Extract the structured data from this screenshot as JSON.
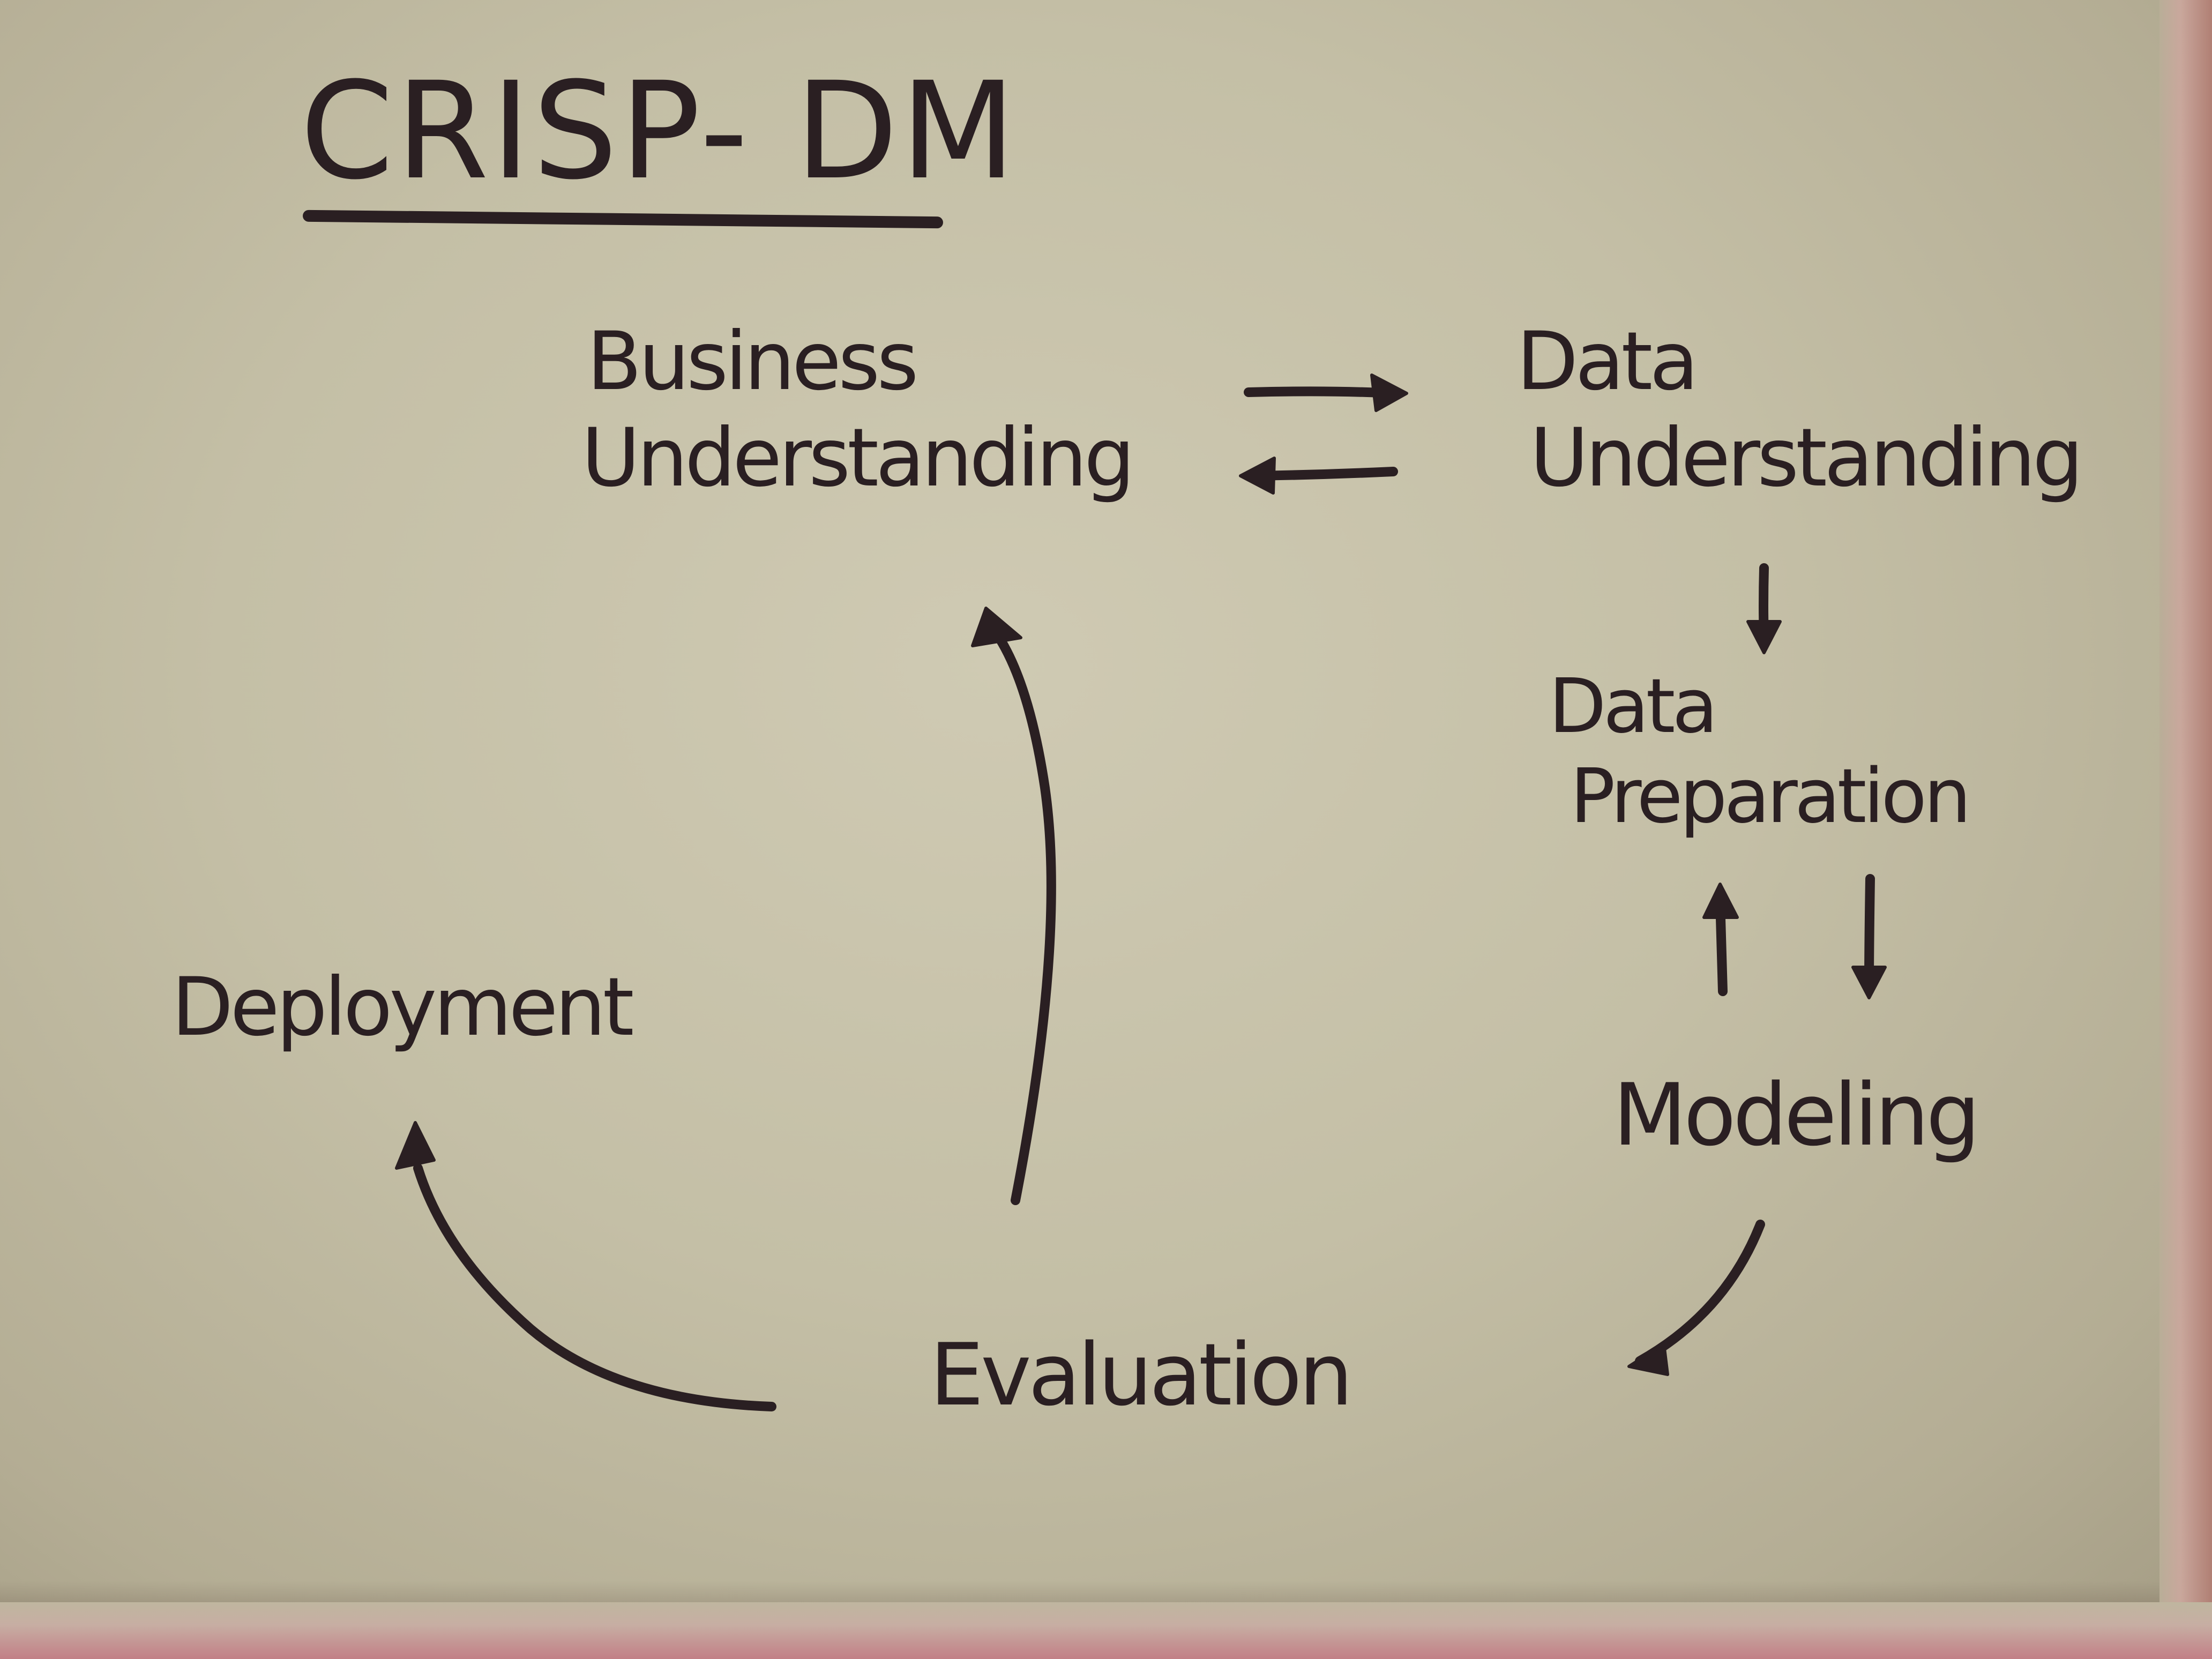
{
  "title": "CRISP- DM",
  "nodes": {
    "business_understanding": {
      "line1": "Business",
      "line2": "Understanding"
    },
    "data_understanding": {
      "line1": "Data",
      "line2": "Understanding"
    },
    "data_preparation": {
      "line1": "Data",
      "line2": "Preparation"
    },
    "modeling": {
      "label": "Modeling"
    },
    "evaluation": {
      "label": "Evaluation"
    },
    "deployment": {
      "label": "Deployment"
    }
  },
  "edges": [
    {
      "from": "Business Understanding",
      "to": "Data Understanding"
    },
    {
      "from": "Data Understanding",
      "to": "Business Understanding"
    },
    {
      "from": "Data Understanding",
      "to": "Data Preparation"
    },
    {
      "from": "Data Preparation",
      "to": "Modeling"
    },
    {
      "from": "Modeling",
      "to": "Data Preparation"
    },
    {
      "from": "Modeling",
      "to": "Evaluation"
    },
    {
      "from": "Evaluation",
      "to": "Business Understanding"
    },
    {
      "from": "Evaluation",
      "to": "Deployment"
    }
  ],
  "colors": {
    "ink": "#2a1f22",
    "paper": "#c8c3aa"
  }
}
